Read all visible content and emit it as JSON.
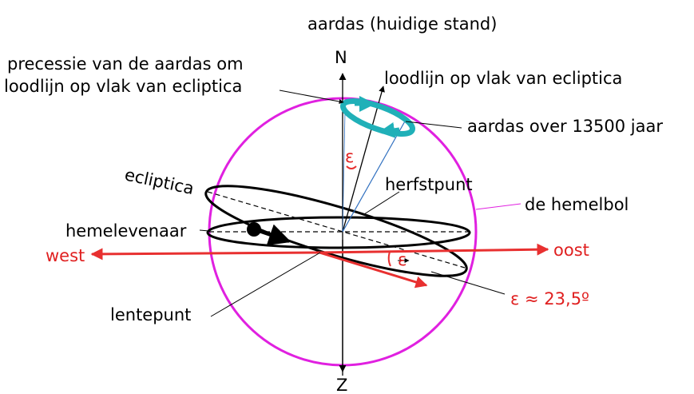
{
  "labels": {
    "axis_current": "aardas (huidige stand)",
    "north": "N",
    "south": "Z",
    "precession_line1": "precessie van de aardas om",
    "precession_line2": "loodlijn op vlak van ecliptica",
    "normal_line": "loodlijn op vlak van ecliptica",
    "axis_future": "aardas over 13500 jaar",
    "epsilon_top": "ε",
    "ecliptic": "ecliptica",
    "autumn_point": "herfstpunt",
    "celestial_sphere": "de hemelbol",
    "celestial_equator": "hemelevenaar",
    "west": "west",
    "east": "oost",
    "epsilon_bottom": "ε",
    "epsilon_value": "ε ≈ 23,5º",
    "spring_point": "lentepunt"
  },
  "colors": {
    "sphere": "#e020e0",
    "red": "#e83030",
    "red_text": "#e02020",
    "teal": "#20b0b8",
    "future_axis": "#3070c0",
    "black": "#000000"
  }
}
